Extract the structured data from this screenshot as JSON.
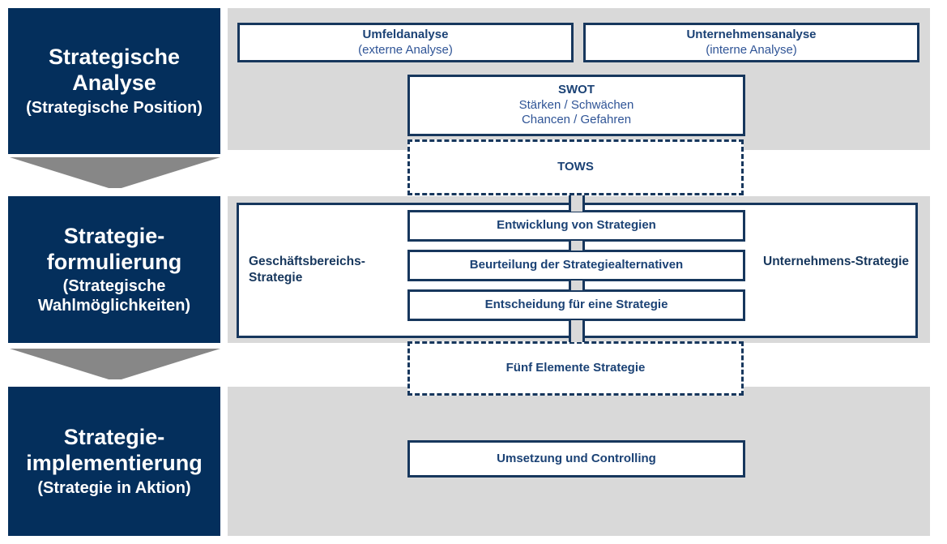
{
  "diagram": {
    "phases": [
      {
        "title": "Strategische Analyse",
        "subtitle": "(Strategische Position)"
      },
      {
        "title": "Strategie-formulierung",
        "subtitle": "(Strategische Wahlmöglichkeiten)"
      },
      {
        "title": "Strategie-implementierung",
        "subtitle": "(Strategie in Aktion)"
      }
    ],
    "analysis": {
      "umfeld": {
        "title": "Umfeldanalyse",
        "subtitle": "(externe Analyse)"
      },
      "unternehmen": {
        "title": "Unternehmensanalyse",
        "subtitle": "(interne Analyse)"
      },
      "swot": {
        "title": "SWOT",
        "line1": "Stärken / Schwächen",
        "line2": "Chancen / Gefahren"
      },
      "tows_label": "TOWS"
    },
    "formulation": {
      "left_label": "Geschäftsbereichs-Strategie",
      "right_label": "Unternehmens-Strategie",
      "steps": [
        "Entwicklung von Strategien",
        "Beurteilung der Strategiealternativen",
        "Entscheidung für eine Strategie"
      ],
      "five_elements_label": "Fünf Elemente Strategie"
    },
    "implementation": {
      "execution_label": "Umsetzung und Controlling"
    },
    "colors": {
      "navy_fill": "#042f5c",
      "border_navy": "#17375d",
      "heading_text": "#1b4275",
      "sub_text": "#2f5496",
      "panel_gray": "#d9d9d9",
      "arrow_gray": "#878787"
    }
  }
}
